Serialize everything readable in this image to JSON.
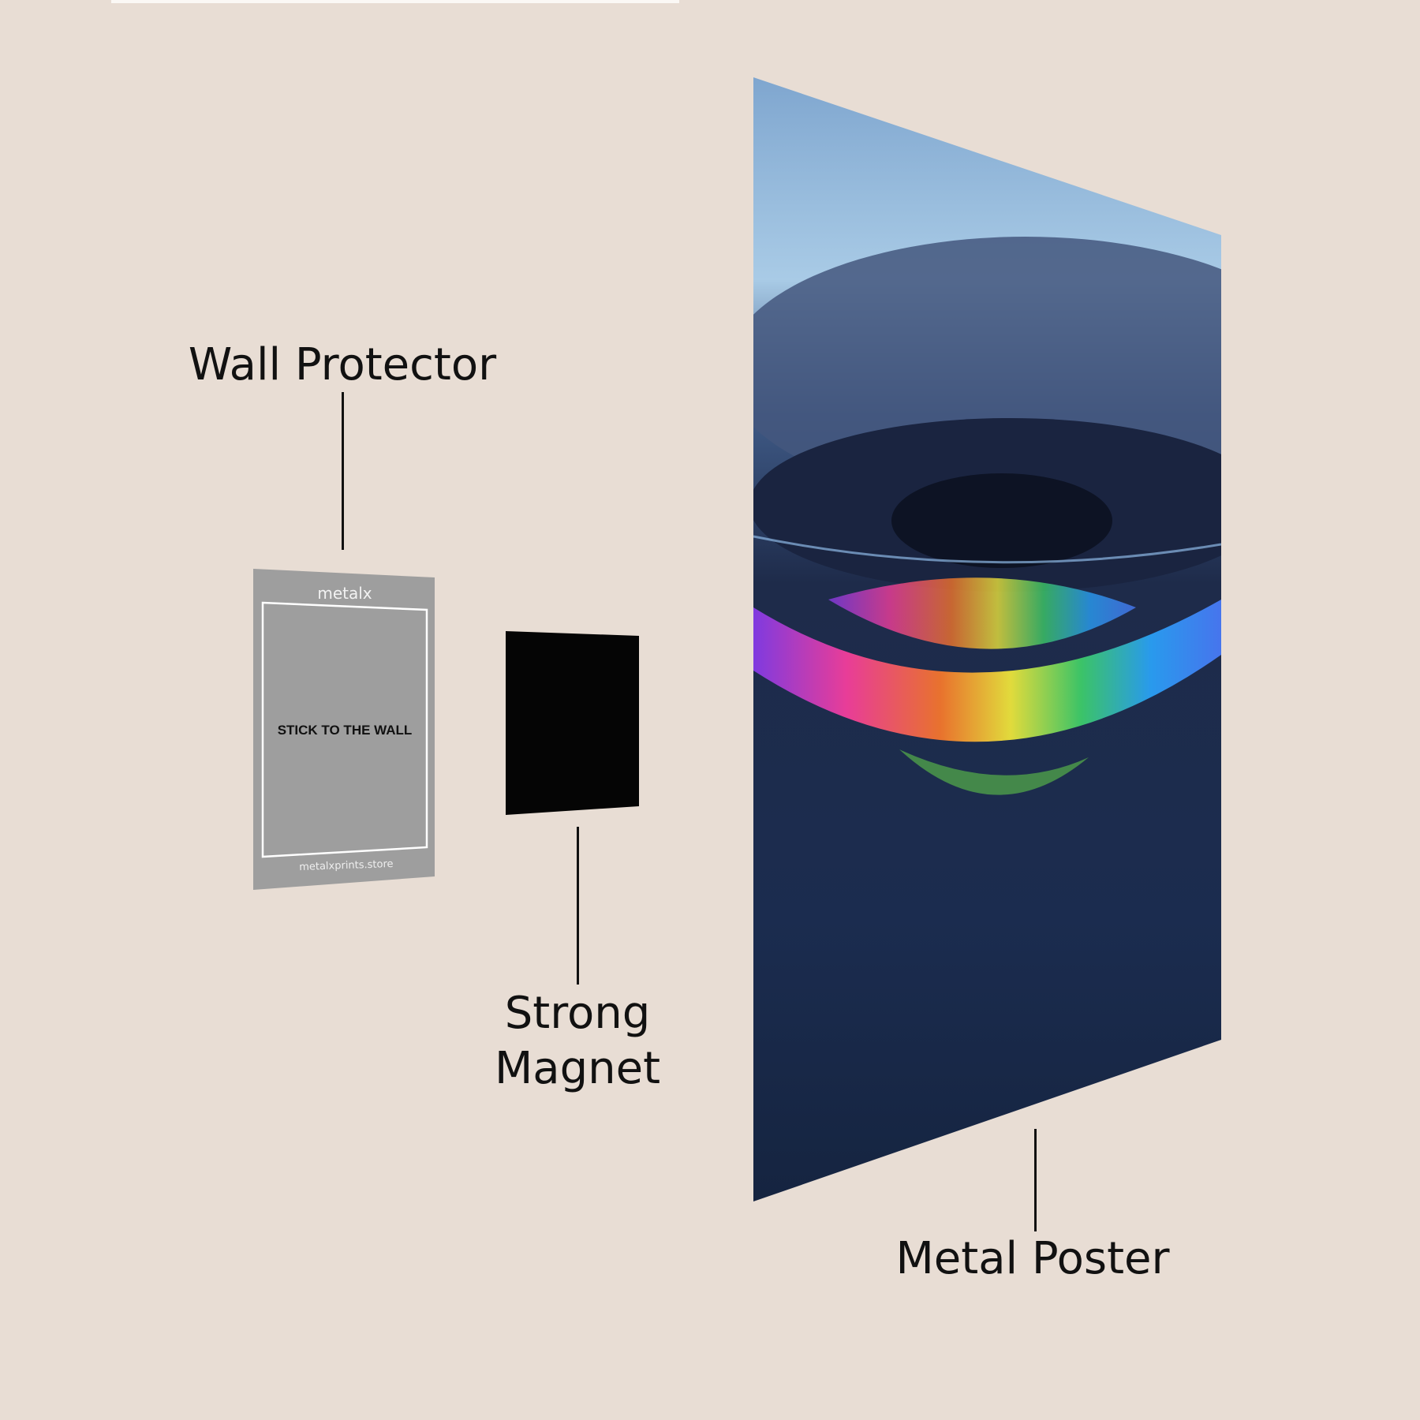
{
  "labels": {
    "wall_protector": "Wall Protector",
    "strong_magnet_line1": "Strong",
    "strong_magnet_line2": "Magnet",
    "metal_poster": "Metal Poster"
  },
  "protector": {
    "brand": "metalx",
    "instruction": "STICK TO THE WALL",
    "website": "metalxprints.store"
  },
  "colors": {
    "background": "#e8ddd4",
    "protector": "#9e9e9e",
    "magnet": "#050505",
    "text": "#111111"
  }
}
